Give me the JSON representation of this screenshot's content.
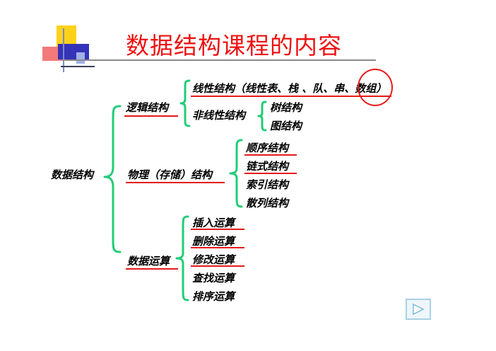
{
  "slide": {
    "title": "数据结构课程的内容",
    "root": "数据结构",
    "logical": {
      "label": "逻辑结构",
      "linear": "线性结构（线性表、栈 、队、串、数组）",
      "nonlinear": {
        "label": "非线性结构",
        "items": [
          "树结构",
          "图结构"
        ]
      }
    },
    "physical": {
      "label": "物理（存储）结构",
      "items": [
        "顺序结构",
        "链式结构",
        "索引结构",
        "散列结构"
      ]
    },
    "operations": {
      "label": "数据运算",
      "items": [
        "插入运算",
        "删除运算",
        "修改运算",
        "查找运算",
        "排序运算"
      ]
    }
  },
  "colors": {
    "title": "#ee1111",
    "brace": "#22cc77",
    "underline": "#e41a1a",
    "highlight_circle": "#e81a1a"
  },
  "icons": {
    "logo": "square-blocks-logo-icon",
    "next": "play-triangle-icon"
  }
}
